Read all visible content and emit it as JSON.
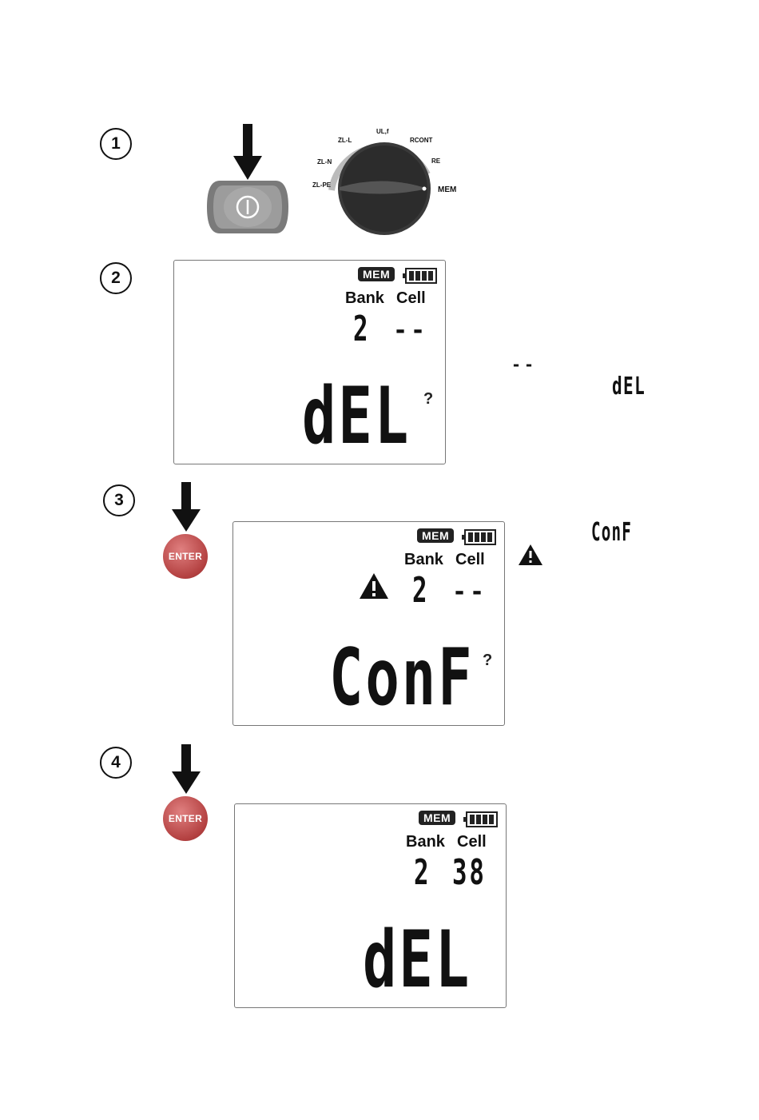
{
  "steps": [
    {
      "number": "1"
    },
    {
      "number": "2",
      "screen": {
        "mem": "MEM",
        "bank_label": "Bank",
        "cell_label": "Cell",
        "bank_value": "2",
        "cell_value": "--",
        "main": "dEL",
        "question": "?"
      },
      "side_dashes": "--",
      "side_text": "dEL"
    },
    {
      "number": "3",
      "button": "ENTER",
      "screen": {
        "mem": "MEM",
        "bank_label": "Bank",
        "cell_label": "Cell",
        "bank_value": "2",
        "cell_value": "--",
        "main": "ConF",
        "question": "?"
      },
      "side_text": "ConF"
    },
    {
      "number": "4",
      "button": "ENTER",
      "screen": {
        "mem": "MEM",
        "bank_label": "Bank",
        "cell_label": "Cell",
        "bank_value": "2",
        "cell_value": "38",
        "main": "dEL"
      }
    }
  ],
  "dial": {
    "labels": [
      "ZL-PE",
      "ZL-N",
      "ZL-L",
      "UL,f",
      "RCONT",
      "RE",
      "MEM",
      "ZL-PE"
    ]
  },
  "icons": [
    "down-arrow-icon",
    "power-button-icon",
    "rotary-dial-icon",
    "battery-icon",
    "warning-icon",
    "enter-button-icon"
  ]
}
